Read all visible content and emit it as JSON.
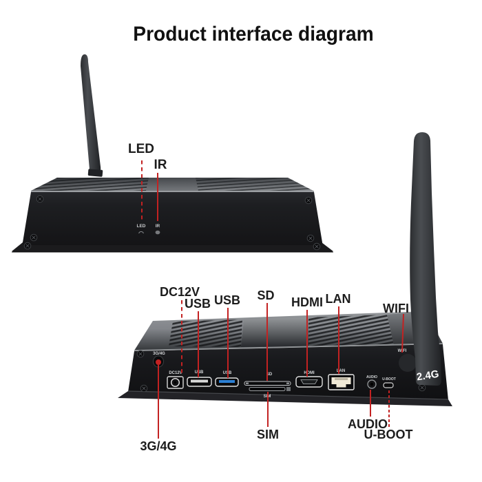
{
  "title": "Product interface diagram",
  "accent_color": "#c32222",
  "front_view": {
    "callout_led": "LED",
    "callout_ir": "IR",
    "panel_led": "LED",
    "panel_ir": "IR"
  },
  "rear_view": {
    "callout_dc12v": "DC12V",
    "callout_usb1": "USB",
    "callout_usb2": "USB",
    "callout_sd": "SD",
    "callout_hdmi": "HDMI",
    "callout_lan": "LAN",
    "callout_wifi": "WIFI",
    "callout_3g4g": "3G/4G",
    "callout_sim": "SIM",
    "callout_audio": "AUDIO",
    "callout_uboot": "U-BOOT",
    "panel_3g4g": "3G/4G",
    "panel_dc12v": "DC12V",
    "panel_usb1": "USB",
    "panel_usb2": "USB",
    "panel_sd": "SD",
    "panel_sim": "SIM",
    "panel_hdmi": "HDMI",
    "panel_lan": "LAN",
    "panel_audio": "AUDIO",
    "panel_uboot": "U-BOOT",
    "panel_wifi": "WIFI",
    "antenna_label": "2.4G"
  }
}
